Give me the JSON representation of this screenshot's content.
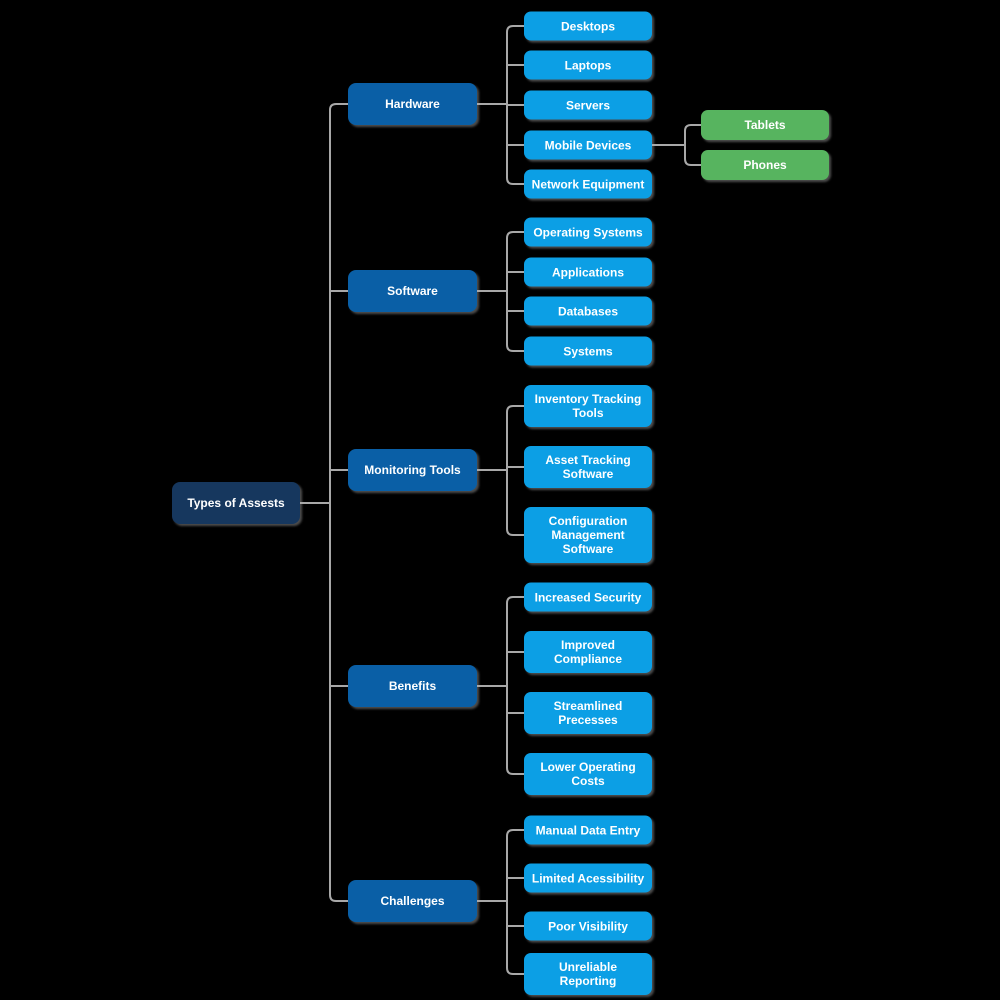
{
  "colors": {
    "root": "#16375e",
    "branch": "#0a5fa6",
    "leaf": "#0c9fe5",
    "sub": "#57b45f",
    "connector": "#a8a8a8",
    "text": "#ffffff"
  },
  "root": {
    "label": "Types of Assests"
  },
  "branches": [
    {
      "label": "Hardware",
      "children": [
        {
          "label": "Desktops"
        },
        {
          "label": "Laptops"
        },
        {
          "label": "Servers"
        },
        {
          "label": "Mobile Devices",
          "children": [
            {
              "label": "Tablets"
            },
            {
              "label": "Phones"
            }
          ]
        },
        {
          "label": "Network Equipment"
        }
      ]
    },
    {
      "label": "Software",
      "children": [
        {
          "label": "Operating Systems"
        },
        {
          "label": "Applications"
        },
        {
          "label": "Databases"
        },
        {
          "label": "Systems"
        }
      ]
    },
    {
      "label": "Monitoring Tools",
      "children": [
        {
          "label": "Inventory Tracking Tools"
        },
        {
          "label": "Asset Tracking Software"
        },
        {
          "label": "Configuration Management Software"
        }
      ]
    },
    {
      "label": "Benefits",
      "children": [
        {
          "label": "Increased Security"
        },
        {
          "label": "Improved Compliance"
        },
        {
          "label": "Streamlined Precesses"
        },
        {
          "label": "Lower Operating Costs"
        }
      ]
    },
    {
      "label": "Challenges",
      "children": [
        {
          "label": "Manual Data Entry"
        },
        {
          "label": "Limited Acessibility"
        },
        {
          "label": "Poor Visibility"
        },
        {
          "label": "Unreliable Reporting"
        }
      ]
    }
  ]
}
